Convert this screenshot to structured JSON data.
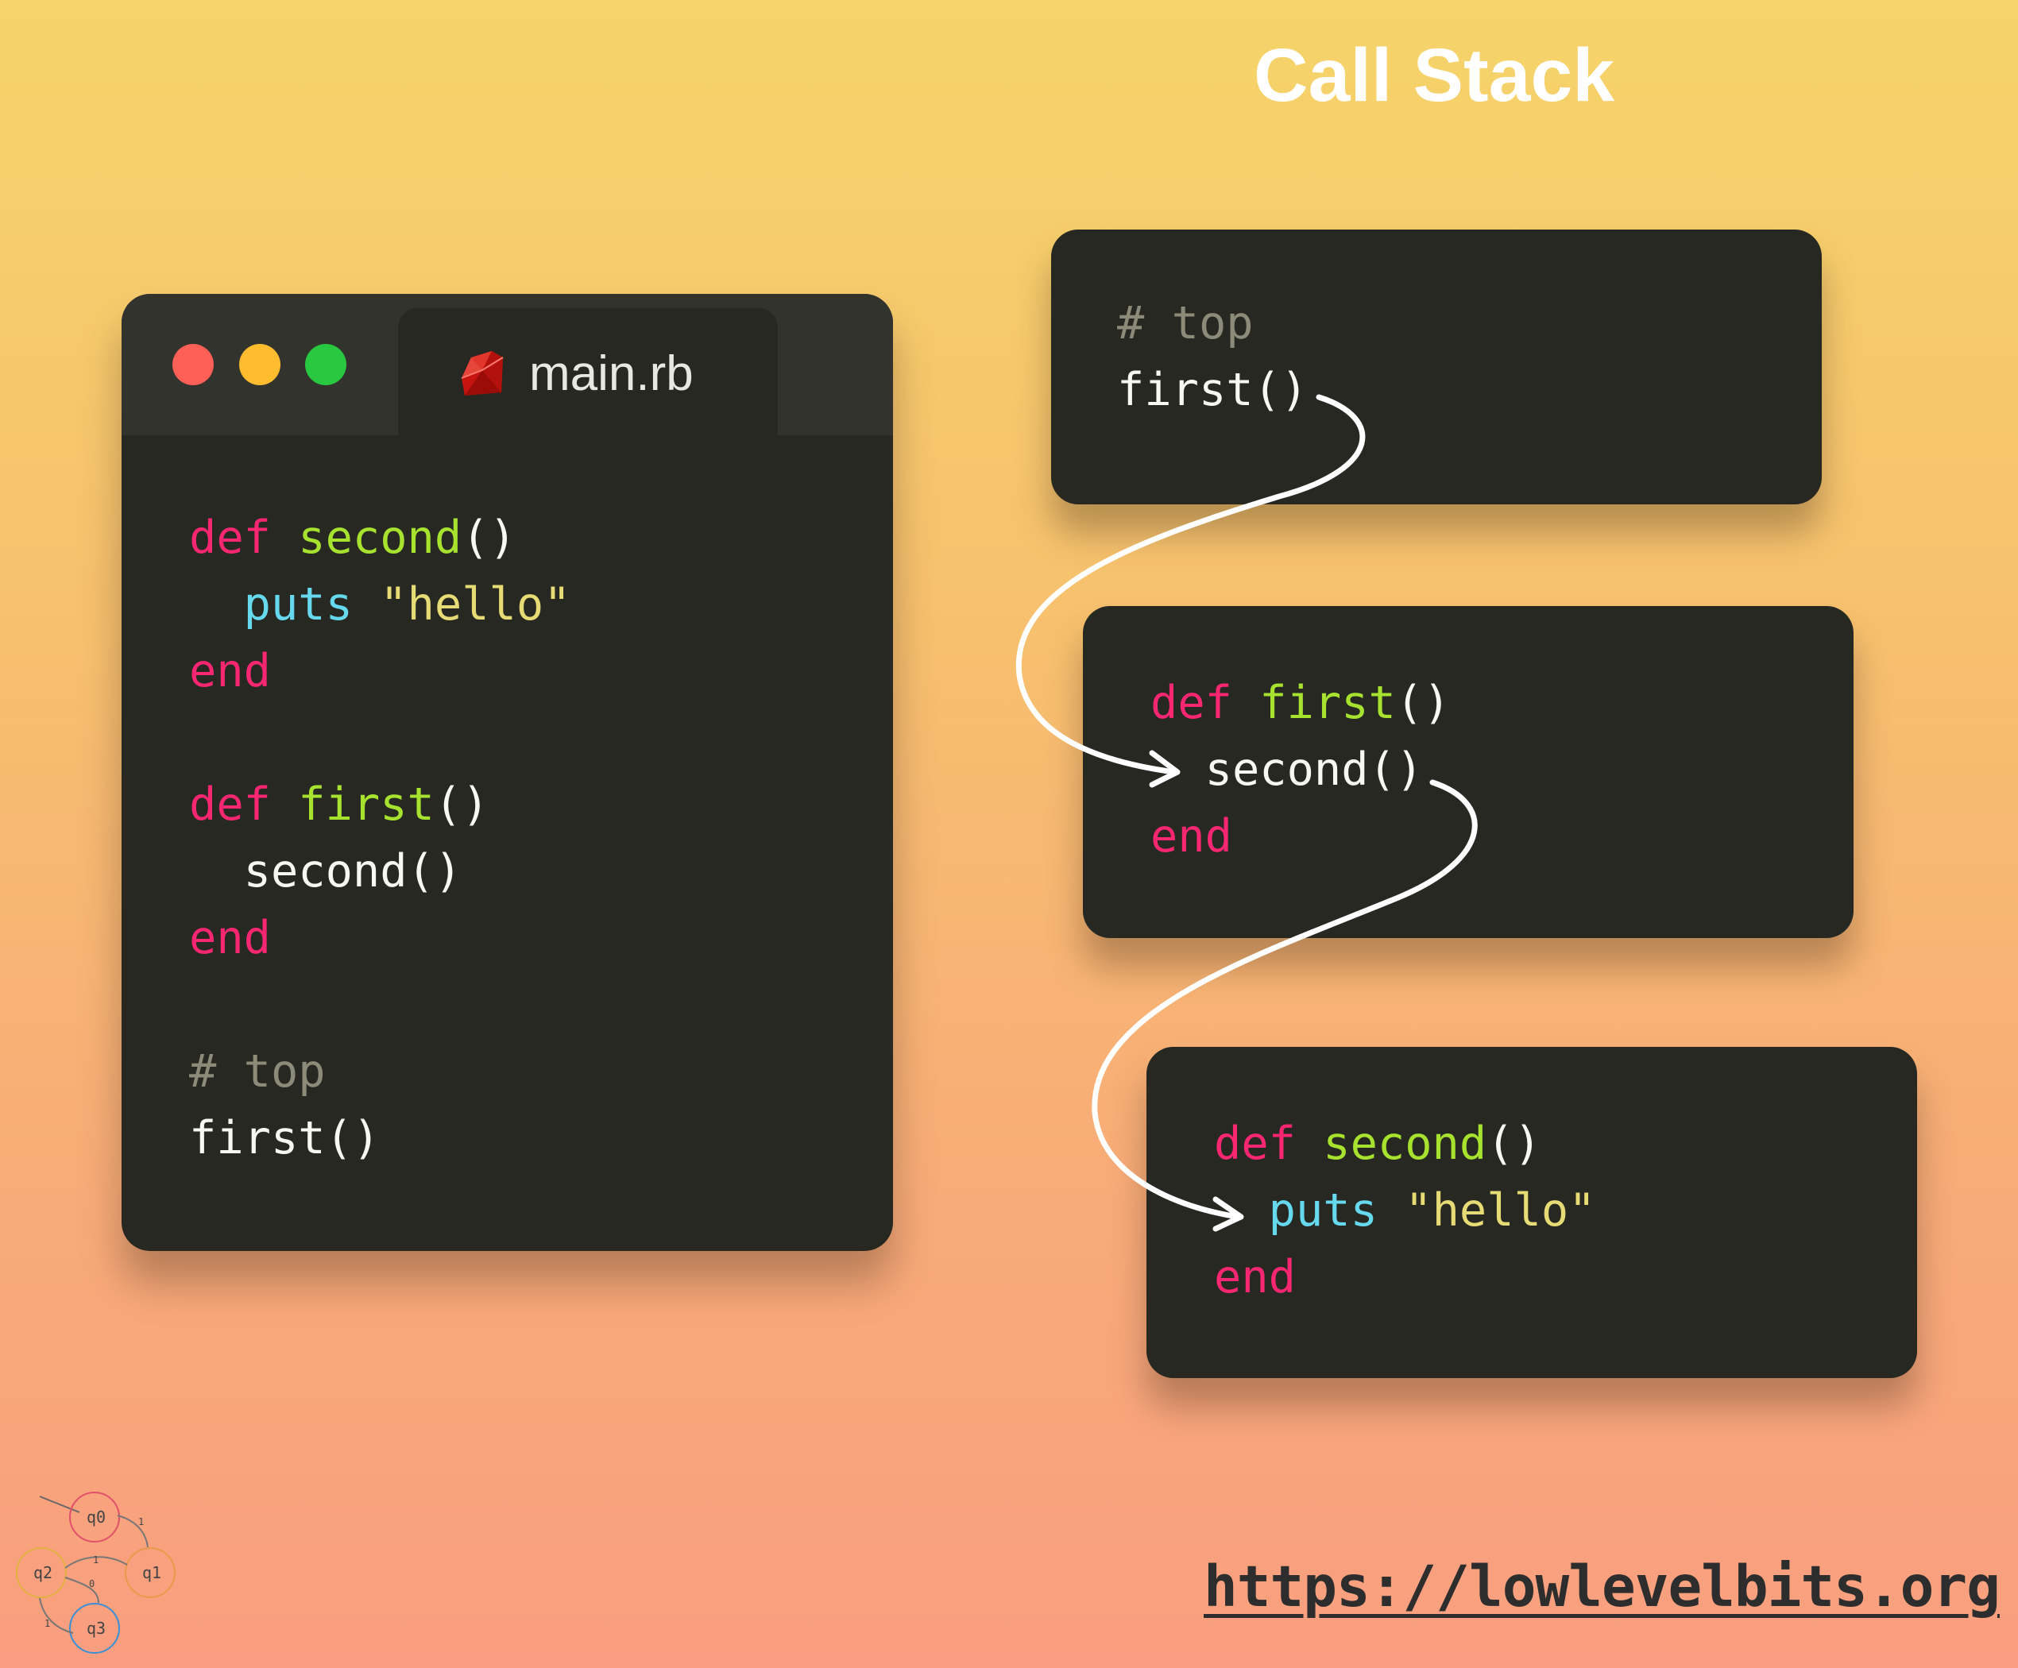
{
  "title": "Call Stack",
  "editor": {
    "tab_label": "main.rb",
    "lines": [
      {
        "kw": "def",
        "fn": "second",
        "rest": "()"
      },
      {
        "bi": "puts",
        "str": "\"hello\""
      },
      {
        "kw": "end"
      },
      {
        "kw": "def",
        "fn": "first",
        "rest": "()"
      },
      {
        "plain": "second()"
      },
      {
        "kw": "end"
      },
      {
        "comment": "# top"
      },
      {
        "plain": "first()"
      }
    ]
  },
  "stack_frames": [
    {
      "comment": "# top",
      "call": "first()"
    },
    {
      "kw": "def",
      "fn": "first",
      "paren": "()",
      "call": "second()",
      "end": "end"
    },
    {
      "kw": "def",
      "fn": "second",
      "paren": "()",
      "builtin": "puts",
      "str": "\"hello\"",
      "end": "end"
    }
  ],
  "logo": {
    "states": [
      "q0",
      "q1",
      "q2",
      "q3"
    ],
    "edge_labels": [
      "1",
      "1",
      "0",
      "1"
    ]
  },
  "url": "https://lowlevelbits.org",
  "colors": {
    "keyword": "#f92672",
    "function": "#a6e22e",
    "builtin": "#66d9ef",
    "string": "#e6db74",
    "comment": "#8c8a78",
    "editor_bg": "#272822"
  }
}
